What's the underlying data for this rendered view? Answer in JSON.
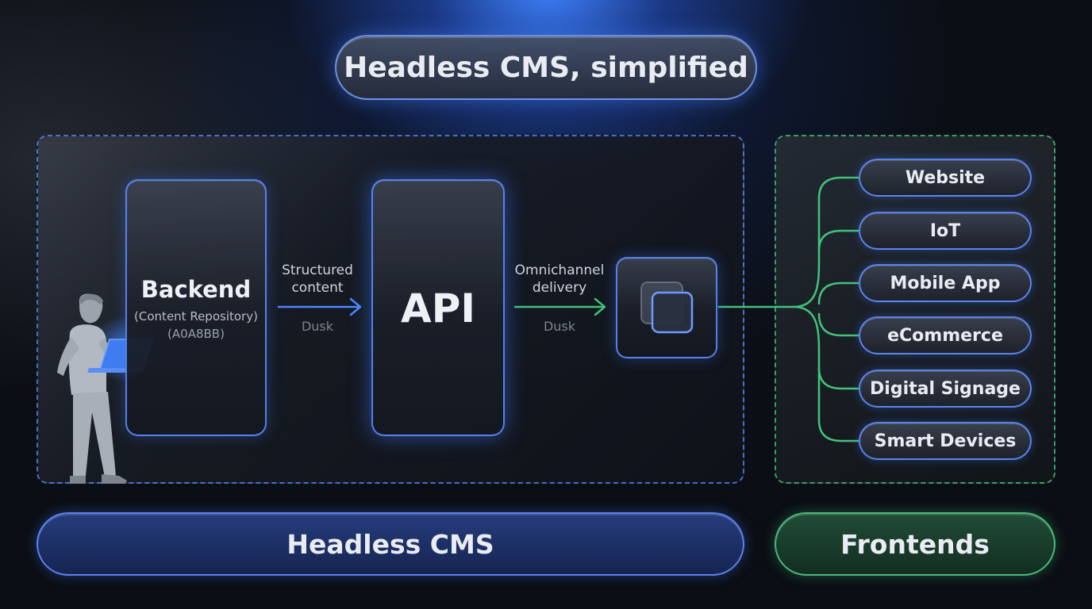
{
  "title": "Headless CMS, simplified",
  "backend": {
    "title": "Backend",
    "subtitle": "(Content Repository)",
    "code": "(A0A8BB)"
  },
  "edge_structured": {
    "label_line1": "Structured",
    "label_line2": "content",
    "sub": "Dusk"
  },
  "api": {
    "title": "API"
  },
  "edge_omnichannel": {
    "label_line1": "Omnichannel",
    "label_line2": "delivery",
    "sub": "Dusk"
  },
  "frontends": {
    "items": [
      "Website",
      "IoT",
      "Mobile App",
      "eCommerce",
      "Digital Signage",
      "Smart Devices"
    ]
  },
  "bottom": {
    "cms_label": "Headless CMS",
    "frontends_label": "Frontends"
  },
  "colors": {
    "blue_accent": "#4f86ff",
    "green_accent": "#43c27a",
    "background": "#0b0e14"
  },
  "icons": {
    "person": "person-with-laptop-icon",
    "hub": "stacked-squares-icon",
    "arrow": "arrow-right-icon"
  }
}
